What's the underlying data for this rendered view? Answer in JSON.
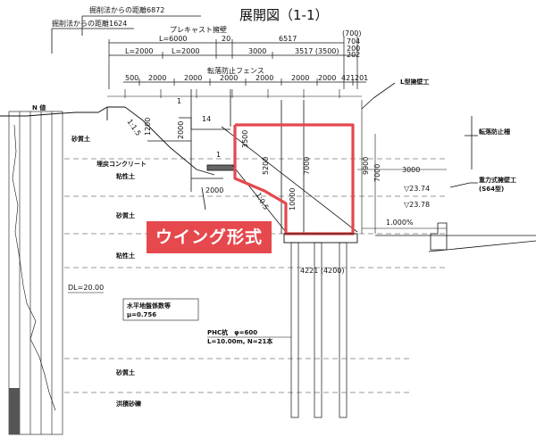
{
  "title": "展開図（1-1）",
  "top_notes": {
    "dist_1": "掘削法からの距離6872",
    "dist_2": "掘削法からの距離1624",
    "precast": "プレキャスト擁壁",
    "fence": "転落防止フェンス"
  },
  "dimensions": {
    "l6000": "L=6000",
    "d20": "20",
    "d6517": "6517",
    "d700": "(700)",
    "d704": "704",
    "d200": "200",
    "d202": "202",
    "l2000a": "L=2000",
    "l2000b": "L=2000",
    "d3000a": "3000",
    "d3517": "3517 (3500)",
    "c500": "500",
    "c2000a": "2000",
    "c2000b": "2000",
    "c2000c": "2000",
    "c2000d": "2000",
    "c2000e": "2000",
    "c2000f": "2000",
    "c421": "421",
    "c201": "201",
    "v3500": "3500",
    "v5200": "5200",
    "v7000a": "7000",
    "v10000": "10000",
    "v7000b": "7000",
    "v9900": "9900",
    "v2000": "2000",
    "v1200": "1200",
    "h2000": "2000",
    "h3000": "3000",
    "slope15a": "1:1.5",
    "slope15b": "1:0.5",
    "grad": "1.000%",
    "lev1": "▽23.74",
    "lev2": "▽23.78",
    "base": "4221 (4200)",
    "v14": "14",
    "v1": "1",
    "v1b": "1"
  },
  "layers": {
    "clay_1": "砂質土",
    "clay_2": "粘性土",
    "clay_3": "砂質土",
    "clay_4": "粘性土",
    "clay_5": "砂質土",
    "clay_6": "洪積砂礫",
    "concrete": "埋戻コンクリート"
  },
  "right_labels": {
    "l_wall": "L型擁壁工",
    "rail": "転落防止柵",
    "gravity": "重力式擁壁工",
    "gravity_sub": "(S64型)"
  },
  "left_notes": {
    "n_value": "N 値",
    "dl": "DL=20.00",
    "seismic": "水平地盤係数等",
    "seismic_val": "μ=0.756"
  },
  "pile_note": {
    "line1": "PHC杭　φ=600",
    "line2": "L=10.00m, N=21本"
  },
  "banner": "ウイング形式",
  "colors": {
    "highlight": "#e5484d",
    "line": "#111111",
    "grid": "#444444"
  }
}
